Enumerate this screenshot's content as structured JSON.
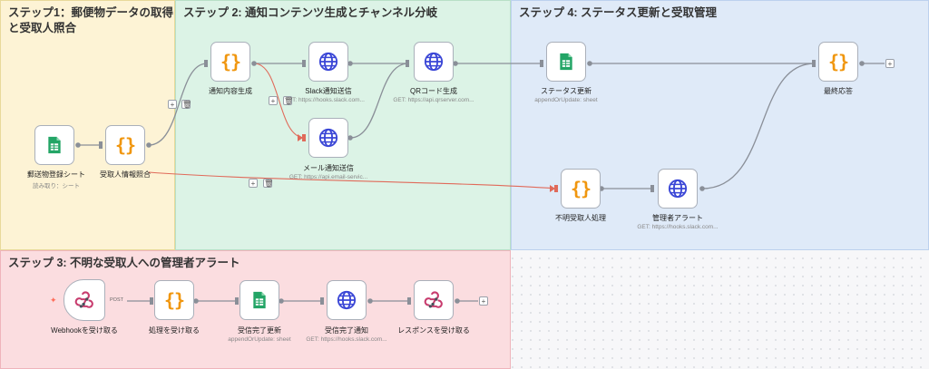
{
  "stickies": {
    "s1": "ステップ1：郵便物データの取得と受取人照合",
    "s2": "ステップ 2: 通知コンテンツ生成とチャンネル分岐",
    "s4": "ステップ 4: ステータス更新と受取管理",
    "s3": "ステップ 3: 不明な受取人への管理者アラート"
  },
  "nodes": {
    "n1": {
      "label": "郵送物登録シート",
      "sub": "読み取り：シート",
      "icon": "google-sheets-icon"
    },
    "n2": {
      "label": "受取人情報照合",
      "sub": "",
      "icon": "code-braces-icon"
    },
    "n3": {
      "label": "通知内容生成",
      "sub": "",
      "icon": "code-braces-icon"
    },
    "n4": {
      "label": "Slack通知送信",
      "sub": "T: https://hooks.slack.com...",
      "icon": "globe-icon"
    },
    "n5": {
      "label": "メール通知送信",
      "sub": "GET: https://api.email-servic...",
      "icon": "globe-icon"
    },
    "n6": {
      "label": "QRコード生成",
      "sub": "GET: https://api.qrserver.com...",
      "icon": "globe-icon"
    },
    "n7": {
      "label": "ステータス更新",
      "sub": "appendOrUpdate: sheet",
      "icon": "google-sheets-icon"
    },
    "n8": {
      "label": "最終応答",
      "sub": "",
      "icon": "code-braces-icon"
    },
    "n9": {
      "label": "不明受取人処理",
      "sub": "",
      "icon": "code-braces-icon"
    },
    "n10": {
      "label": "管理者アラート",
      "sub": "GET: https://hooks.slack.com...",
      "icon": "globe-icon"
    },
    "n11": {
      "label": "Webhookを受け取る",
      "sub": "",
      "icon": "webhook-icon"
    },
    "n12": {
      "label": "処理を受け取る",
      "sub": "",
      "icon": "code-braces-icon"
    },
    "n13": {
      "label": "受信完了更新",
      "sub": "appendOrUpdate: sheet",
      "icon": "google-sheets-icon"
    },
    "n14": {
      "label": "受信完了通知",
      "sub": "GET: https://hooks.slack.com...",
      "icon": "globe-icon"
    },
    "n15": {
      "label": "レスポンスを受け取る",
      "sub": "",
      "icon": "webhook-icon"
    }
  },
  "connection_labels": {
    "post": "POST"
  },
  "controls": {
    "plus": "+",
    "trash": "🗑"
  },
  "colors": {
    "orange": "#f0960e",
    "globe": "#3a46d6",
    "sheets": "#23a566",
    "highlight_wire": "#e06a5a",
    "wire": "#8a8f98"
  }
}
